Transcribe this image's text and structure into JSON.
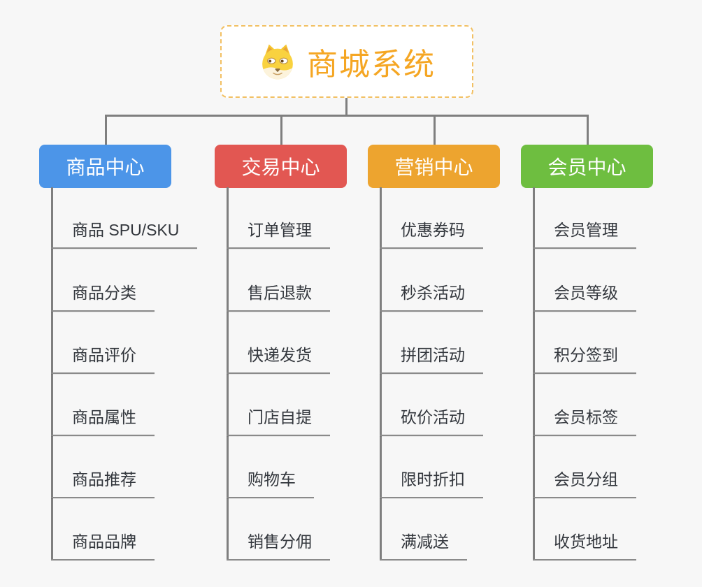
{
  "root": {
    "label": "商城系统",
    "icon": "dog-face-icon",
    "text_color": "#F5A623",
    "border_color": "#F2C063",
    "background": "#FFFFFF"
  },
  "canvas": {
    "background": "#F7F7F7",
    "connector_color": "#7F7F7F"
  },
  "leaf_style": {
    "text_color": "#33373D",
    "underline_color": "#8A8A8A"
  },
  "columns": [
    {
      "id": "product-center",
      "label": "商品中心",
      "color": "#4C95E8",
      "items": [
        "商品 SPU/SKU",
        "商品分类",
        "商品评价",
        "商品属性",
        "商品推荐",
        "商品品牌"
      ]
    },
    {
      "id": "trade-center",
      "label": "交易中心",
      "color": "#E25752",
      "items": [
        "订单管理",
        "售后退款",
        "快递发货",
        "门店自提",
        "购物车",
        "销售分佣"
      ]
    },
    {
      "id": "marketing-center",
      "label": "营销中心",
      "color": "#EDA42F",
      "items": [
        "优惠券码",
        "秒杀活动",
        "拼团活动",
        "砍价活动",
        "限时折扣",
        "满减送"
      ]
    },
    {
      "id": "member-center",
      "label": "会员中心",
      "color": "#6EBE40",
      "items": [
        "会员管理",
        "会员等级",
        "积分签到",
        "会员标签",
        "会员分组",
        "收货地址"
      ]
    }
  ]
}
